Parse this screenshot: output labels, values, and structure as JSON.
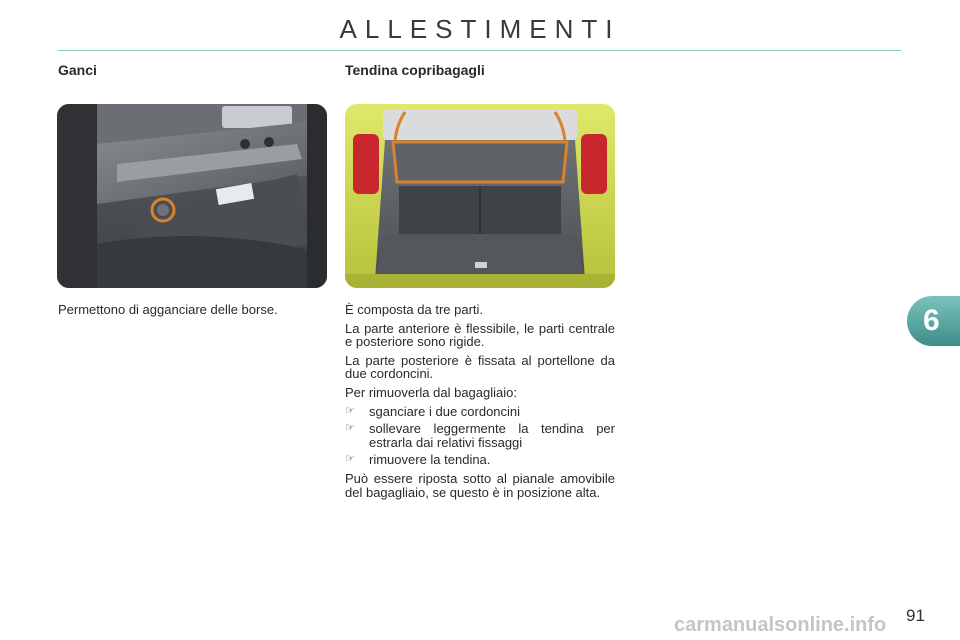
{
  "header": {
    "title": "ALLESTIMENTI"
  },
  "left": {
    "heading": "Ganci",
    "photo_icon": "hook-photo",
    "caption": "Permettono di agganciare delle borse."
  },
  "right": {
    "heading": "Tendina copribagagli",
    "photo_icon": "luggage-cover-photo",
    "p1": "È composta da tre parti.",
    "p2": "La parte anteriore è flessibile, le parti centrale e posteriore sono rigide.",
    "p3": "La parte posteriore è fissata al portellone da due cordoncini.",
    "p4": "Per rimuoverla dal bagagliaio:",
    "bullet_glyph": "☞",
    "steps": [
      "sganciare i due cordoncini",
      "sollevare leggermente la tendina per estrarla dai relativi fissaggi",
      "rimuovere la tendina."
    ],
    "p5": "Può essere riposta sotto al pianale amovibile del bagagliaio, se questo è in posizione alta."
  },
  "chapter_tab": "6",
  "page_number": "91",
  "watermark": "carmanualsonline.info",
  "colors": {
    "accent": "#5aa9a3",
    "highlight": "#d9822b"
  }
}
